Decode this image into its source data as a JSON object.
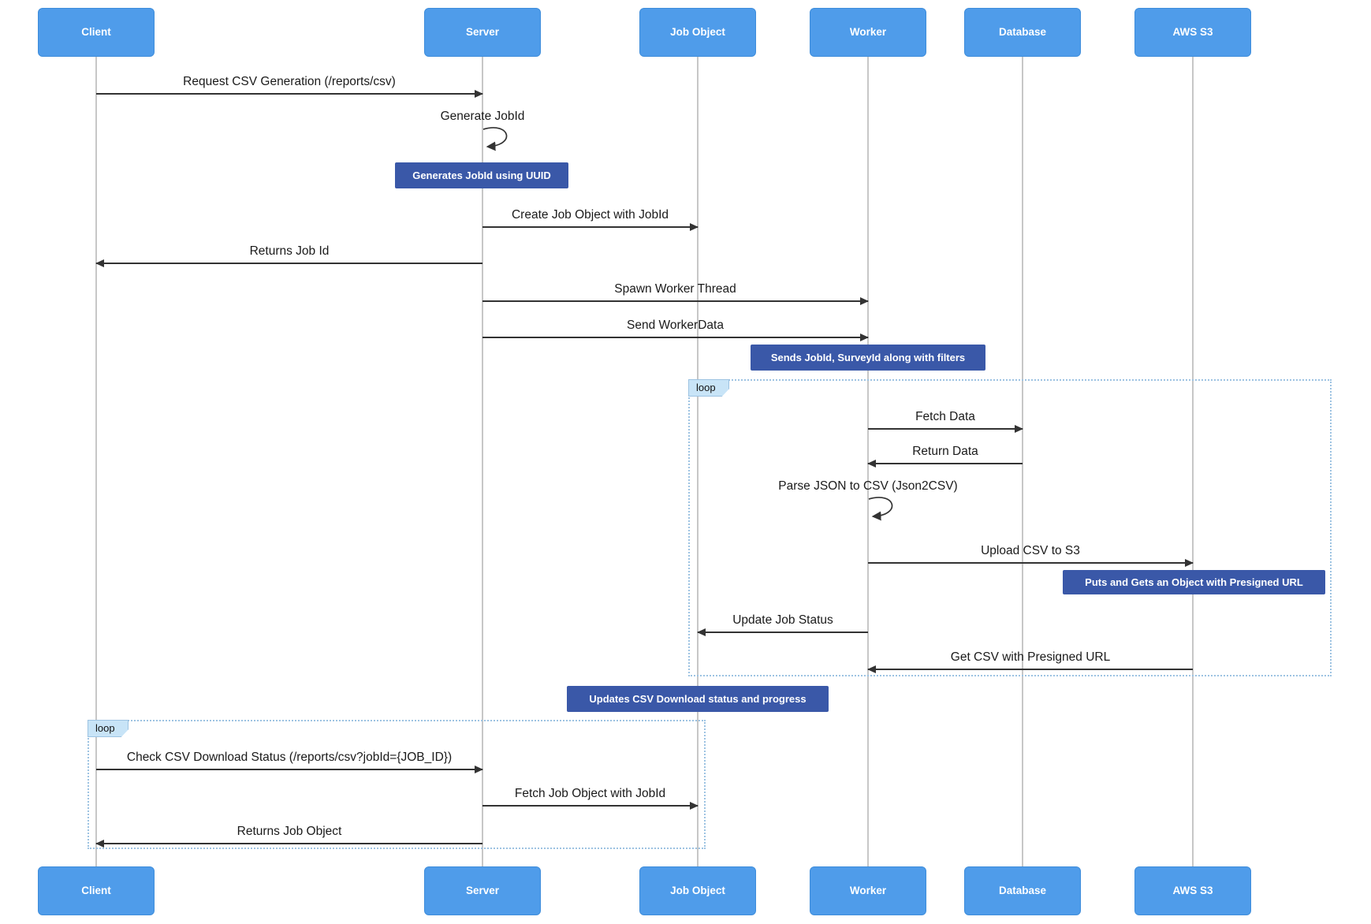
{
  "diagram": {
    "type": "sequence-diagram",
    "actors": [
      {
        "label": "Client"
      },
      {
        "label": "Server"
      },
      {
        "label": "Job Object"
      },
      {
        "label": "Worker"
      },
      {
        "label": "Database"
      },
      {
        "label": "AWS S3"
      }
    ],
    "messages": [
      {
        "text": "Request CSV Generation (/reports/csv)",
        "from": "Client",
        "to": "Server"
      },
      {
        "text": "Create Job Object with JobId",
        "from": "Server",
        "to": "Job Object"
      },
      {
        "text": "Returns Job Id",
        "from": "Server",
        "to": "Client"
      },
      {
        "text": "Spawn Worker Thread",
        "from": "Server",
        "to": "Worker"
      },
      {
        "text": "Send WorkerData",
        "from": "Server",
        "to": "Worker"
      },
      {
        "text": "Fetch Data",
        "from": "Worker",
        "to": "Database"
      },
      {
        "text": "Return Data",
        "from": "Database",
        "to": "Worker"
      },
      {
        "text": "Upload CSV to S3",
        "from": "Worker",
        "to": "AWS S3"
      },
      {
        "text": "Update Job Status",
        "from": "Worker",
        "to": "Job Object"
      },
      {
        "text": "Get CSV with Presigned URL",
        "from": "AWS S3",
        "to": "Worker"
      },
      {
        "text": "Check CSV Download Status (/reports/csv?jobId={JOB_ID})",
        "from": "Client",
        "to": "Server"
      },
      {
        "text": "Fetch Job Object with JobId",
        "from": "Server",
        "to": "Job Object"
      },
      {
        "text": "Returns Job Object",
        "from": "Server",
        "to": "Client"
      }
    ],
    "self_messages": [
      {
        "text": "Generate JobId",
        "actor": "Server"
      },
      {
        "text": "Parse JSON to CSV (Json2CSV)",
        "actor": "Worker"
      }
    ],
    "notes": [
      {
        "text": "Generates JobId using UUID",
        "over": "Server"
      },
      {
        "text": "Sends JobId, SurveyId along with filters",
        "over": "Worker"
      },
      {
        "text": "Puts and Gets an Object with Presigned URL",
        "over": "AWS S3"
      },
      {
        "text": "Updates CSV Download status and progress",
        "over": "Job Object"
      }
    ],
    "loops": [
      {
        "label": "loop"
      },
      {
        "label": "loop"
      }
    ],
    "colors": {
      "actor_fill": "#4f9cea",
      "actor_border": "#3e8ddb",
      "note_fill": "#3a58a8",
      "loop_border": "#9dc3e2",
      "loop_label_fill": "#c8e4f7",
      "arrow": "#333333",
      "lifeline": "#c7c7c7",
      "text": "#1a1a1a"
    }
  }
}
